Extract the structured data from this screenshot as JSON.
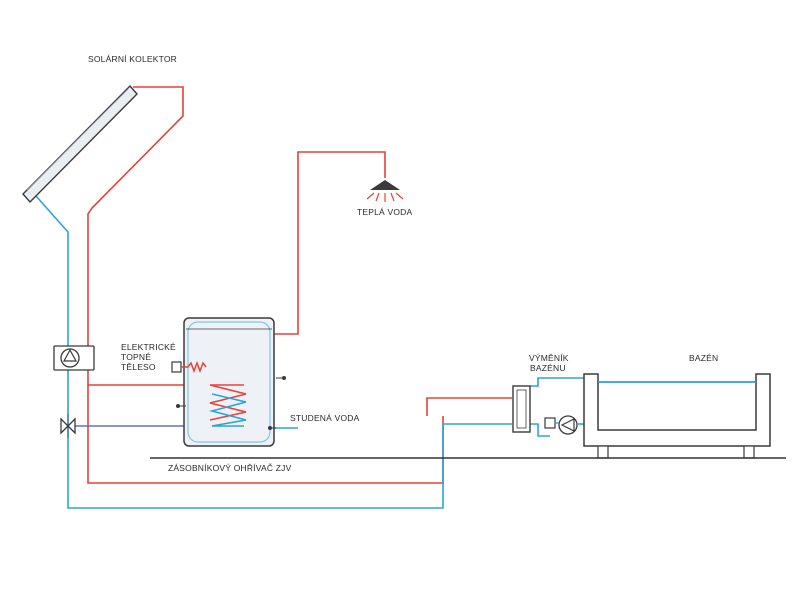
{
  "labels": {
    "solar_collector": "SOLÁRNÍ KOLEKTOR",
    "hot_water": "TEPLÁ VODA",
    "electric_heater_line1": "ELEKTRICKÉ",
    "electric_heater_line2": "TOPNÉ",
    "electric_heater_line3": "TĚLESO",
    "cold_water": "STUDENÁ VODA",
    "storage_heater": "ZÁSOBNÍKOVÝ OHŘÍVAČ ZJV",
    "pool_exchanger_line1": "VÝMĚNÍK",
    "pool_exchanger_line2": "BAZÉNU",
    "pool": "BAZÉN"
  },
  "colors": {
    "hot": "#e8413a",
    "cold": "#2aa3dc",
    "cold_dark": "#5b73c8",
    "outline": "#3a3a3a",
    "tank_fill": "#eef2f6",
    "ground": "#333333"
  }
}
